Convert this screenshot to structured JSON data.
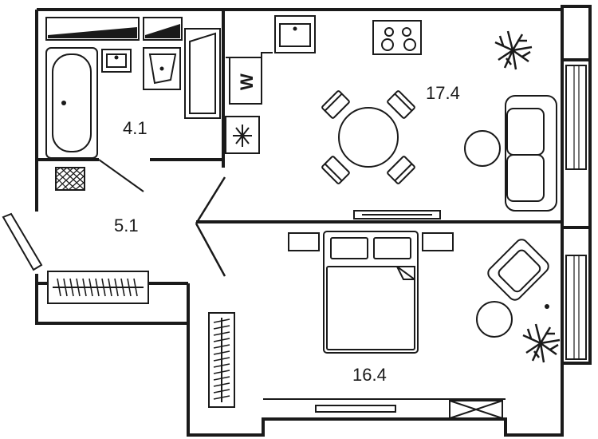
{
  "plan": {
    "rooms": [
      {
        "id": "bathroom",
        "area": "4.1"
      },
      {
        "id": "hallway",
        "area": "5.1"
      },
      {
        "id": "kitchen_living",
        "area": "17.4"
      },
      {
        "id": "bedroom",
        "area": "16.4"
      }
    ],
    "markers": {
      "washer": "W"
    },
    "colors": {
      "line": "#1a1a1a",
      "background": "#ffffff"
    },
    "icons": [
      "bathtub-icon",
      "sink-icon",
      "shower-icon",
      "washing-machine-icon",
      "hob-icon",
      "plant-icon",
      "sofa-icon",
      "dining-table-icon",
      "bed-icon",
      "armchair-icon",
      "side-table-icon",
      "radiator-icon",
      "door-icon",
      "window-icon"
    ]
  }
}
